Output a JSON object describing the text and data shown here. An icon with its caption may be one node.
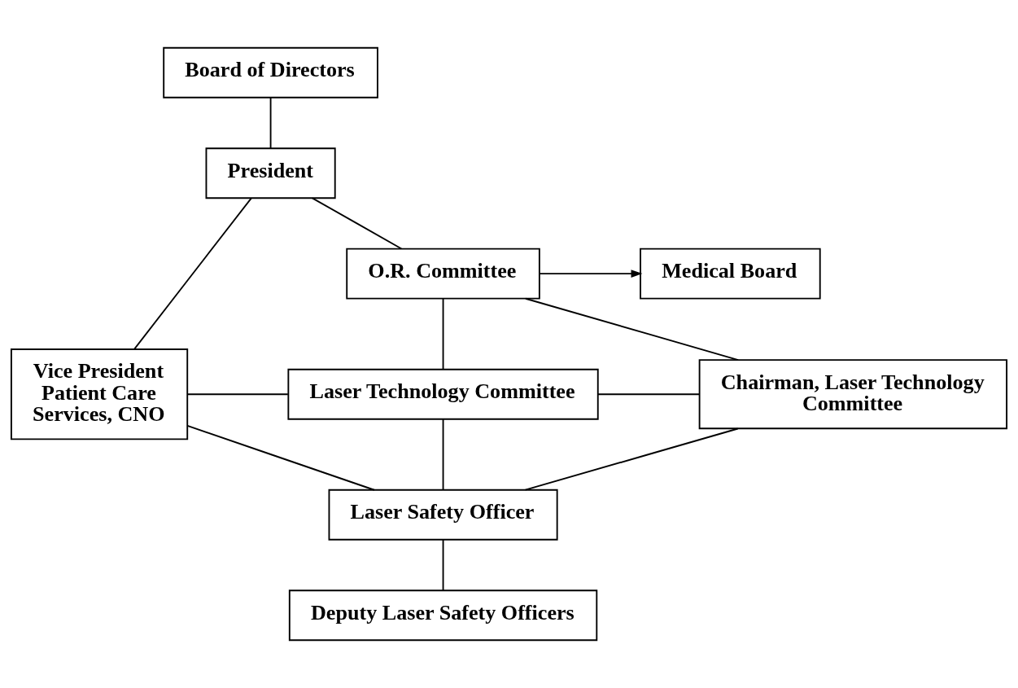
{
  "diagram": {
    "nodes": [
      {
        "text": [
          "Board of Directors"
        ]
      },
      {
        "text": [
          "President"
        ]
      },
      {
        "text": [
          "O.R. Committee"
        ]
      },
      {
        "text": [
          "Medical Board"
        ]
      },
      {
        "text": [
          "Vice President Patient Care Services, CNO"
        ]
      },
      {
        "text": [
          "Laser Technology Committee"
        ]
      },
      {
        "text": [
          "Chairman, Laser Technology Committee"
        ]
      },
      {
        "text": [
          "Laser Safety Officer"
        ]
      },
      {
        "text": [
          "Deputy Laser Safety Officers"
        ]
      }
    ],
    "edges": [
      {
        "from": 0,
        "to": 1,
        "arrow": "none"
      },
      {
        "from": 1,
        "to": 2,
        "arrow": "none"
      },
      {
        "from": 1,
        "to": 4,
        "arrow": "none"
      },
      {
        "from": 2,
        "to": 3,
        "arrow": "to"
      },
      {
        "from": 2,
        "to": 5,
        "arrow": "none"
      },
      {
        "from": 2,
        "to": 6,
        "arrow": "none"
      },
      {
        "from": 4,
        "to": 5,
        "arrow": "none"
      },
      {
        "from": 5,
        "to": 6,
        "arrow": "none"
      },
      {
        "from": 4,
        "to": 7,
        "arrow": "none"
      },
      {
        "from": 5,
        "to": 7,
        "arrow": "none"
      },
      {
        "from": 6,
        "to": 7,
        "arrow": "none"
      },
      {
        "from": 7,
        "to": 8,
        "arrow": "none"
      }
    ]
  }
}
